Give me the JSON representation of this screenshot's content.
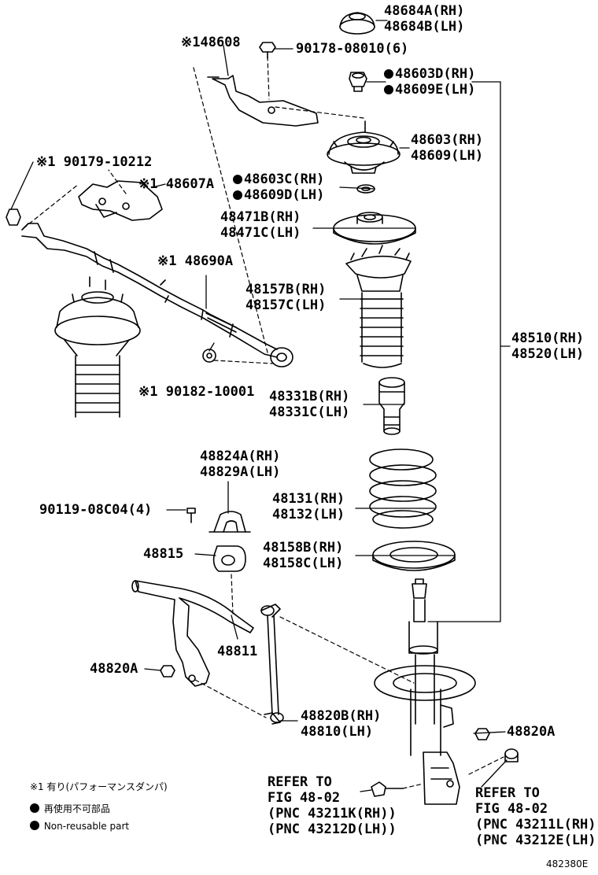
{
  "parts": {
    "p48684": [
      "48684A(RH)",
      "48684B(LH)"
    ],
    "p90178": "90178-08010(6)",
    "p48608": "※148608",
    "p48603d": [
      "48603D(RH)",
      "48609E(LH)"
    ],
    "p48603": [
      "48603(RH)",
      "48609(LH)"
    ],
    "p90179": "※1 90179-10212",
    "p48607a": "※1 48607A",
    "p48603c": [
      "48603C(RH)",
      "48609D(LH)"
    ],
    "p48471": [
      "48471B(RH)",
      "48471C(LH)"
    ],
    "p48690a": "※1 48690A",
    "p48157": [
      "48157B(RH)",
      "48157C(LH)"
    ],
    "p48510": [
      "48510(RH)",
      "48520(LH)"
    ],
    "p90182": "※1 90182-10001",
    "p48331": [
      "48331B(RH)",
      "48331C(LH)"
    ],
    "p48824": [
      "48824A(RH)",
      "48829A(LH)"
    ],
    "p90119": "90119-08C04(4)",
    "p48131": [
      "48131(RH)",
      "48132(LH)"
    ],
    "p48815": "48815",
    "p48158": [
      "48158B(RH)",
      "48158C(LH)"
    ],
    "p48811": "48811",
    "p48820a_left": "48820A",
    "p48820b": [
      "48820B(RH)",
      "48810(LH)"
    ],
    "p48820a_right": "48820A"
  },
  "refer_left": [
    "REFER TO",
    "FIG 48-02",
    "(PNC 43211K(RH))",
    "(PNC 43212D(LH))"
  ],
  "refer_right": [
    "REFER TO",
    "FIG 48-02",
    "(PNC 43211L(RH)",
    "(PNC 43212E(LH)"
  ],
  "legend": {
    "note1": "※1 有り(パフォーマンスダンパ)",
    "non_reusable_ja": "再使用不可部品",
    "non_reusable_en": "Non-reusable part"
  },
  "figure_id": "482380E"
}
